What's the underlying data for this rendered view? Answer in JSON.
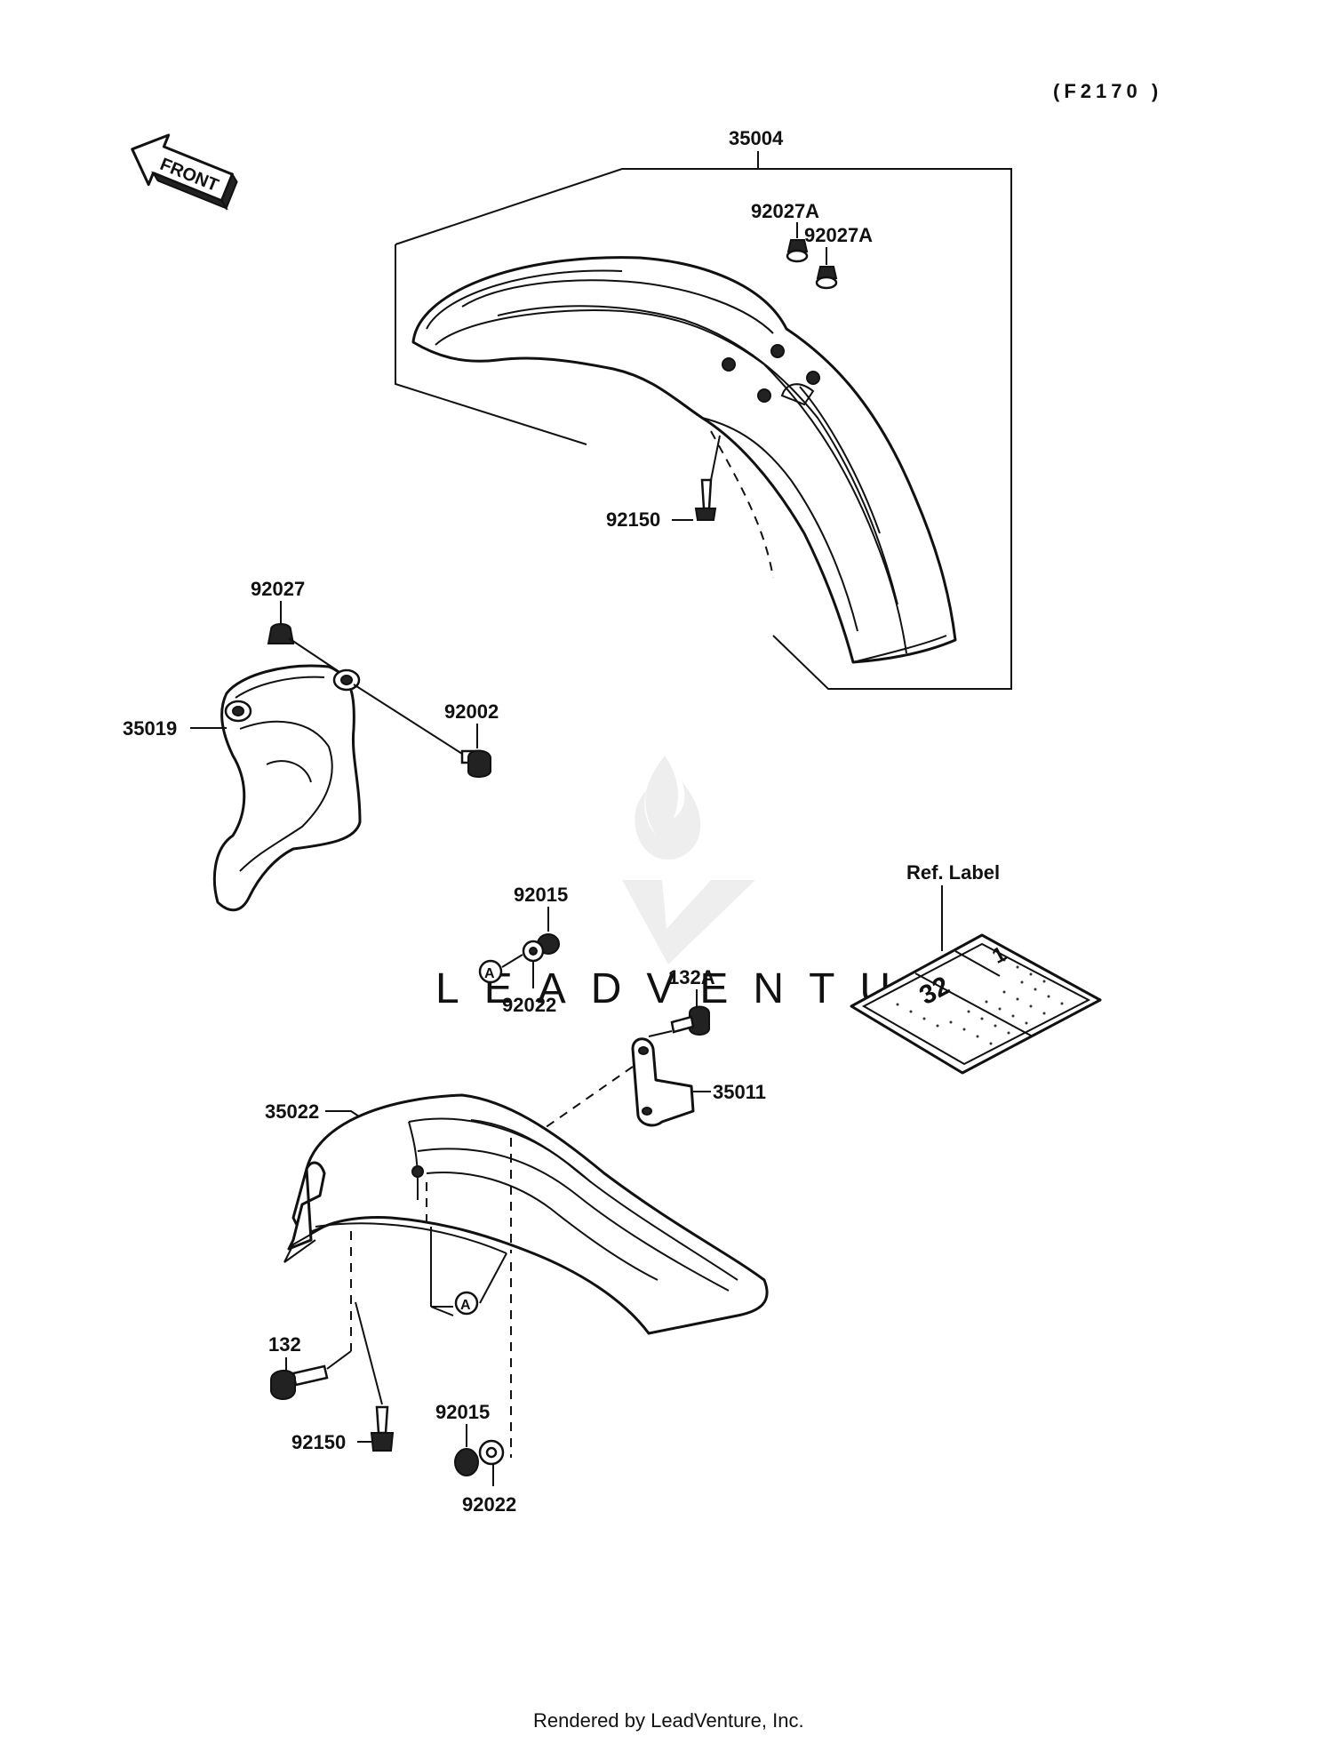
{
  "diagram_code": "(F2170 )",
  "front_arrow": {
    "label": "FRONT",
    "icon": "front-direction-arrow-icon"
  },
  "callouts": {
    "p35004": "35004",
    "p92027A_1": "92027A",
    "p92027A_2": "92027A",
    "p92150_top": "92150",
    "p92027": "92027",
    "p35019": "35019",
    "p92002": "92002",
    "p92015_top": "92015",
    "p92022_top": "92022",
    "ref_A_top": "A",
    "p132A": "132A",
    "p35011": "35011",
    "p35022": "35022",
    "ref_A_bottom": "A",
    "p132": "132",
    "p92150_bottom": "92150",
    "p92015_bottom": "92015",
    "p92022_bottom": "92022"
  },
  "ref_label": {
    "title": "Ref. Label",
    "number": "32",
    "sub_number": "1"
  },
  "watermark": "LEADVENTURE",
  "footer": "Rendered by LeadVenture, Inc."
}
